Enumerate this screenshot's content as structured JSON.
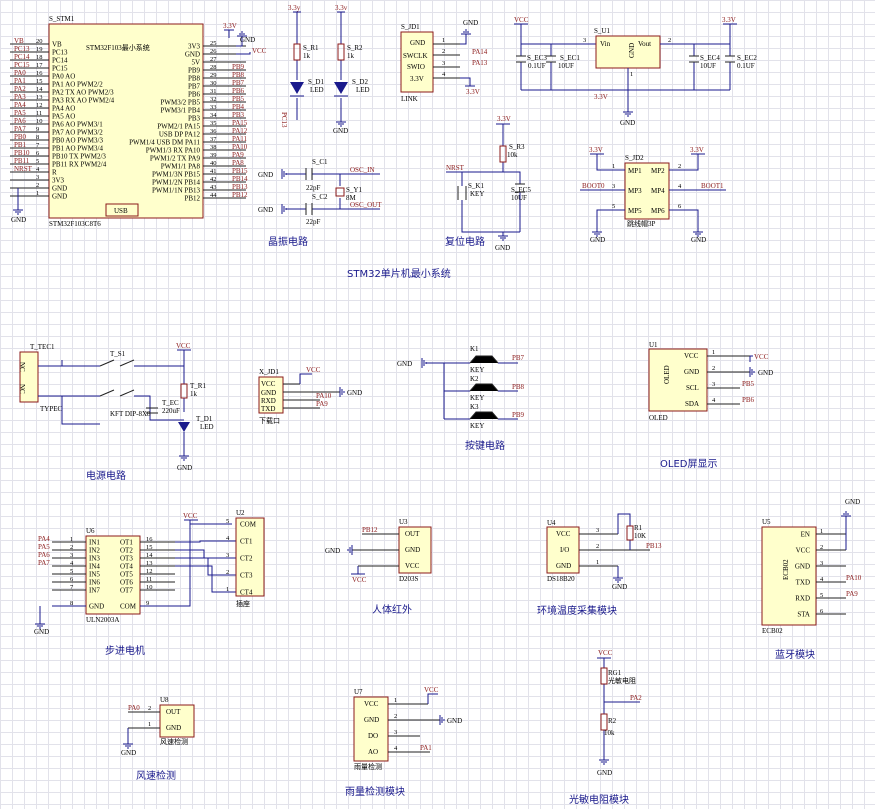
{
  "section_titles": {
    "mcu_system": "STM32单片机最小系统",
    "crystal": "晶振电路",
    "reset": "复位电路",
    "power": "电源电路",
    "keys": "按键电路",
    "oled": "OLED屏显示",
    "stepper": "步进电机",
    "pir": "人体红外",
    "temp": "环境温度采集模块",
    "bluetooth": "蓝牙模块",
    "wind": "风速检测",
    "rain": "雨量检测模块",
    "ldr": "光敏电阻模块"
  },
  "mcu": {
    "ref": "S_STM1",
    "name": "STM32F103最小系统",
    "part": "STM32F103C8T6",
    "usb": "USB",
    "left_pins": [
      {
        "pad": "VB",
        "label": "VB",
        "num": "20"
      },
      {
        "pad": "PC13",
        "label": "PC13",
        "num": "19"
      },
      {
        "pad": "PC14",
        "label": "PC14",
        "num": "18"
      },
      {
        "pad": "PC15",
        "label": "PC15",
        "num": "17"
      },
      {
        "pad": "PA0",
        "label": "PA0 AO",
        "num": "16"
      },
      {
        "pad": "PA1",
        "label": "PA1 AO PWM2/2",
        "num": "15"
      },
      {
        "pad": "PA2",
        "label": "PA2 TX AO PWM2/3",
        "num": "14"
      },
      {
        "pad": "PA3",
        "label": "PA3 RX AO PWM2/4",
        "num": "13"
      },
      {
        "pad": "PA4",
        "label": "PA4 AO",
        "num": "12"
      },
      {
        "pad": "PA5",
        "label": "PA5 AO",
        "num": "11"
      },
      {
        "pad": "PA6",
        "label": "PA6 AO PWM3/1",
        "num": "10"
      },
      {
        "pad": "PA7",
        "label": "PA7 AO PWM3/2",
        "num": "9"
      },
      {
        "pad": "PB0",
        "label": "PB0 AO PWM3/3",
        "num": "8"
      },
      {
        "pad": "PB1",
        "label": "PB1 AO PWM3/4",
        "num": "7"
      },
      {
        "pad": "PB10",
        "label": "PB10 TX PWM2/3",
        "num": "6"
      },
      {
        "pad": "PB11",
        "label": "PB11 RX PWM2/4",
        "num": "5"
      },
      {
        "pad": "NRST",
        "label": "R",
        "num": "4"
      },
      {
        "pad": "",
        "label": "3V3",
        "num": "3"
      },
      {
        "pad": "",
        "label": "GND",
        "num": "2"
      },
      {
        "pad": "",
        "label": "GND",
        "num": "1"
      }
    ],
    "right_pins": [
      {
        "label": "3V3",
        "num": "25",
        "pad": ""
      },
      {
        "label": "GND",
        "num": "26",
        "pad": ""
      },
      {
        "label": "5V",
        "num": "27",
        "pad": ""
      },
      {
        "label": "PB9",
        "num": "28",
        "pad": "PB9"
      },
      {
        "label": "PB8",
        "num": "29",
        "pad": "PB8"
      },
      {
        "label": "PB7",
        "num": "30",
        "pad": "PB7"
      },
      {
        "label": "PB6",
        "num": "31",
        "pad": "PB6"
      },
      {
        "label": "PWM3/2 PB5",
        "num": "32",
        "pad": "PB5"
      },
      {
        "label": "PWM3/1 PB4",
        "num": "33",
        "pad": "PB4"
      },
      {
        "label": "PB3",
        "num": "34",
        "pad": "PB3"
      },
      {
        "label": "PWM2/1 PA15",
        "num": "35",
        "pad": "PA15"
      },
      {
        "label": "USB DP PA12",
        "num": "36",
        "pad": "PA12"
      },
      {
        "label": "PWM1/4 USB DM PA11",
        "num": "37",
        "pad": "PA11"
      },
      {
        "label": "PWM1/3 RX PA10",
        "num": "38",
        "pad": "PA10"
      },
      {
        "label": "PWM1/2 TX PA9",
        "num": "39",
        "pad": "PA9"
      },
      {
        "label": "PWM1/1 PA8",
        "num": "40",
        "pad": "PA8"
      },
      {
        "label": "PWM1/3N PB15",
        "num": "41",
        "pad": "PB15"
      },
      {
        "label": "PWM1/2N PB14",
        "num": "42",
        "pad": "PB14"
      },
      {
        "label": "PWM1/1N PB13",
        "num": "43",
        "pad": "PB13"
      },
      {
        "label": "PB12",
        "num": "44",
        "pad": "PB12"
      }
    ],
    "vcc_33": "3.3V",
    "vcc": "VCC",
    "gnd": "GND"
  },
  "led_circuit": {
    "v1": "3.3y",
    "v2": "3.3v",
    "r1": "S_R1",
    "r1v": "1k",
    "r2": "S_R2",
    "r2v": "1k",
    "d1": "S_D1",
    "d2": "S_D2",
    "led": "LED",
    "net": "PC13",
    "gnd": "GND"
  },
  "crystal": {
    "c1": "S_C1",
    "c2": "S_C2",
    "cv": "22pF",
    "y1": "S_Y1",
    "y1v": "8M",
    "osc_in": "OSC_IN",
    "osc_out": "OSC_OUT",
    "gnd": "GND"
  },
  "swd": {
    "ref": "S_JD1",
    "pins": [
      "GND",
      "SWCLK",
      "SWIO",
      "3.3V"
    ],
    "name": "LINK",
    "nets": [
      "PA14",
      "PA13"
    ],
    "gnd": "GND",
    "v": "3.3V"
  },
  "reset": {
    "v": "3.3V",
    "r": "S_R3",
    "rv": "10k",
    "k": "S_K1",
    "kv": "KEY",
    "c": "S_EC5",
    "cv": "10UF",
    "nrst": "NRST",
    "gnd": "GND"
  },
  "regulator": {
    "ref": "S_U1",
    "vin": "Vin",
    "vout": "Vout",
    "gnd": "GND",
    "vcc": "VCC",
    "v33": "3.3V",
    "v33b": "3.3V",
    "caps": [
      {
        "ref": "S_EC3",
        "val": "0.1UF"
      },
      {
        "ref": "S_EC1",
        "val": "10UF"
      },
      {
        "ref": "S_EC4",
        "val": "10UF"
      },
      {
        "ref": "S_EC2",
        "val": "0.1UF"
      }
    ],
    "pin_in": "3",
    "pin_out": "2",
    "pin_gnd": "1"
  },
  "boot": {
    "ref": "S_JD2",
    "pins": [
      "MP1",
      "MP2",
      "MP3",
      "MP4",
      "MP5",
      "MP6"
    ],
    "name": "跳线帽3P",
    "boot0": "BOOT0",
    "boot1": "BOOT1",
    "v": "3.3V",
    "gnd": "GND"
  },
  "power": {
    "tec": "T_TEC1",
    "typec": "TYPEC",
    "sw": "T_S1",
    "sw_name": "KFT DIP-8X8",
    "vcc": "VCC",
    "r": "T_R1",
    "rv": "1k",
    "c": "T_EC",
    "cv": "220uF",
    "d": "T_D1",
    "led": "LED",
    "gnd": "GND"
  },
  "uart": {
    "ref": "X_JD1",
    "pins": [
      "VCC",
      "GND",
      "RXD",
      "TXD"
    ],
    "name": "下载口",
    "vcc": "VCC",
    "gnd": "GND",
    "nets": [
      "PA10",
      "PA9"
    ]
  },
  "keys": {
    "gnd": "GND",
    "items": [
      {
        "ref": "K1",
        "val": "KEY",
        "net": "PB7"
      },
      {
        "ref": "K2",
        "val": "KEY",
        "net": "PB8"
      },
      {
        "ref": "K3",
        "val": "KEY",
        "net": "PB9"
      }
    ]
  },
  "oled": {
    "ref": "U1",
    "name": "OLED",
    "body": "OLED",
    "pins": [
      "VCC",
      "GND",
      "SCL",
      "SDA"
    ],
    "vcc": "VCC",
    "gnd": "GND",
    "nets": [
      "PB5",
      "PB6"
    ]
  },
  "stepper": {
    "u6": "U6",
    "u6_name": "ULN2003A",
    "u6_pins": [
      "IN1",
      "IN2",
      "IN3",
      "IN4",
      "IN5",
      "IN6",
      "IN7",
      "GND"
    ],
    "u6_outs": [
      "OT1",
      "OT2",
      "OT3",
      "OT4",
      "OT5",
      "OT6",
      "OT7",
      "COM"
    ],
    "nets": [
      "PA4",
      "PA5",
      "PA6",
      "PA7"
    ],
    "u2": "U2",
    "u2_name": "插座",
    "u2_pins": [
      "COM",
      "CT1",
      "CT2",
      "CT3",
      "CT4"
    ],
    "vcc": "VCC",
    "gnd": "GND"
  },
  "pir": {
    "ref": "U3",
    "name": "D203S",
    "pins": [
      "OUT",
      "GND",
      "VCC"
    ],
    "net": "PB12",
    "gnd": "GND",
    "vcc": "VCC"
  },
  "temp": {
    "ref": "U4",
    "name": "DS18B20",
    "pins": [
      "VCC",
      "I/O",
      "GND"
    ],
    "r": "R1",
    "rv": "10K",
    "net": "PB13",
    "gnd": "GND"
  },
  "bt": {
    "ref": "U5",
    "name": "ECB02",
    "body": "ECB02",
    "pins": [
      "EN",
      "VCC",
      "GND",
      "TXD",
      "RXD",
      "STA"
    ],
    "nets": [
      "PA10",
      "PA9"
    ],
    "gnd": "GND"
  },
  "wind": {
    "ref": "U8",
    "name": "风速检测",
    "pins": [
      "OUT",
      "GND"
    ],
    "net": "PA0",
    "gnd": "GND"
  },
  "rain": {
    "ref": "U7",
    "name": "雨量检测",
    "pins": [
      "VCC",
      "GND",
      "DO",
      "AO"
    ],
    "vcc": "VCC",
    "gnd": "GND",
    "net": "PA1"
  },
  "ldr": {
    "vcc": "VCC",
    "rg": "RG1",
    "rg_name": "光敏电阻",
    "r": "R2",
    "rv": "10k",
    "net": "PA2",
    "gnd": "GND"
  }
}
